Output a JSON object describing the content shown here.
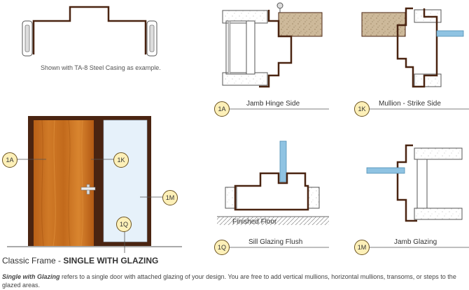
{
  "note_casing": "Shown with TA-8 Steel Casing as example.",
  "captions": {
    "jamb_hinge": "Jamb Hinge Side",
    "mullion_strike": "Mullion - Strike Side",
    "sill_glazing": "Sill Glazing Flush",
    "jamb_glazing": "Jamb Glazing",
    "finished_floor": "Finished Floor"
  },
  "markers": {
    "m1A": "1A",
    "m1K": "1K",
    "m1M": "1M",
    "m1Q": "1Q"
  },
  "frame_title": {
    "prefix": "Classic Frame - ",
    "bold": "SINGLE WITH GLAZING"
  },
  "description": {
    "lead": "Single with Glazing",
    "text": " refers to a single door with attached glazing of your design. You are free to add vertical mullions, horizontal mullions, transoms, or steps to the glazed areas."
  },
  "colors": {
    "frame": "#4a2411",
    "wood": "#c46d1f",
    "glass": "#e6f1fa",
    "glass_bar": "#8fc3e2",
    "marker_fill": "#fdf0b8",
    "wall_fill": "#cdb99a"
  }
}
